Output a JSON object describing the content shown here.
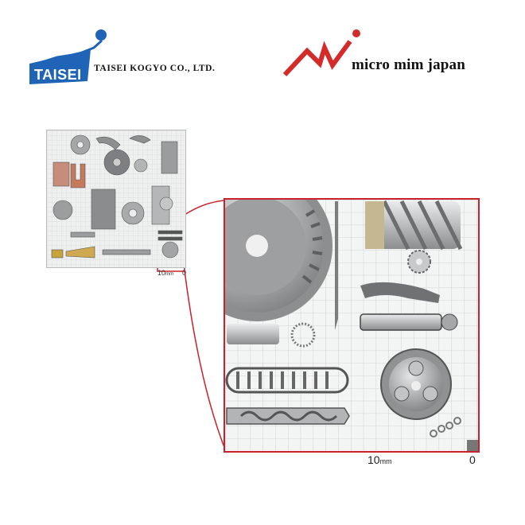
{
  "header": {
    "taisei_company": "TAISEI KOGYO CO., LTD.",
    "mim_name": "micro mim japan",
    "taisei_logo_wordmark": "TAISEI"
  },
  "thumbnail": {
    "scale_10": "10",
    "scale_unit": "mm",
    "scale_0": "0"
  },
  "zoom": {
    "scale_10": "10",
    "scale_unit": "mm",
    "scale_0": "0"
  },
  "colors": {
    "taisei_blue": "#1f64b7",
    "mim_red": "#d42a2a",
    "frame_red": "#c8232c",
    "grid": "#c9cccc"
  }
}
